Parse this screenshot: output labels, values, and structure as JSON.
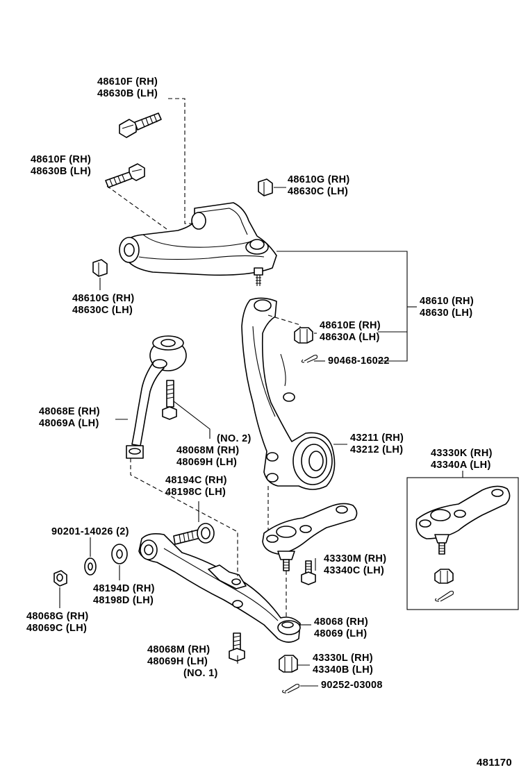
{
  "diagram": {
    "figure_number": "481170",
    "labels": {
      "upper_bolt_front": [
        "48610F (RH)",
        "48630B (LH)"
      ],
      "upper_bolt_rear": [
        "48610F (RH)",
        "48630B (LH)"
      ],
      "upper_nut_right": [
        "48610G (RH)",
        "48630C (LH)"
      ],
      "upper_nut_left": [
        "48610G (RH)",
        "48630C (LH)"
      ],
      "upper_arm": [
        "48610 (RH)",
        "48630 (LH)"
      ],
      "upper_balljoint_nut": [
        "48610E (RH)",
        "48630A (LH)"
      ],
      "upper_cotter_pin": [
        "90468-16022"
      ],
      "strut_rod": [
        "48068E (RH)",
        "48069A (LH)"
      ],
      "strut_bolt": [
        "(NO. 2)",
        "48068M (RH)",
        "48069H (LH)"
      ],
      "knuckle": [
        "43211 (RH)",
        "43212 (LH)"
      ],
      "lower_balljoint_assy": [
        "43330K (RH)",
        "43340A (LH)"
      ],
      "adjust_cam": [
        "48194C (RH)",
        "48198C (LH)"
      ],
      "washer_bolt": [
        "90201-14026 (2)"
      ],
      "cam_plate": [
        "48194D (RH)",
        "48198D (LH)"
      ],
      "lower_nut": [
        "48068G (RH)",
        "48069C (LH)"
      ],
      "balljoint_bolt": [
        "43330M (RH)",
        "43340C (LH)"
      ],
      "lower_arm": [
        "48068 (RH)",
        "48069 (LH)"
      ],
      "lower_arm_bolt": [
        "48068M (RH)",
        "48069H (LH)",
        "(NO. 1)"
      ],
      "lower_balljoint_nut": [
        "43330L (RH)",
        "43340B (LH)"
      ],
      "lower_cotter_pin": [
        "90252-03008"
      ]
    }
  }
}
